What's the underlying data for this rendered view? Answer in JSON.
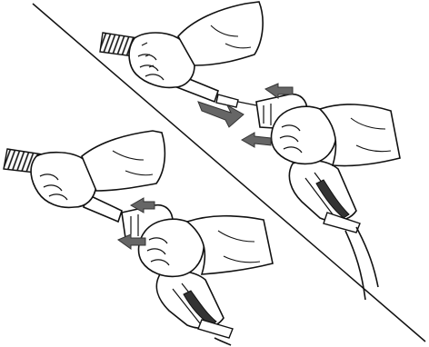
{
  "figure": {
    "panels": [
      {
        "name": "top",
        "parts": [
          "hose",
          "left-hand",
          "quick-coupler",
          "right-hand",
          "spray-gun",
          "spray-gun-hose"
        ],
        "arrows": [
          {
            "direction": "pull-out",
            "color": "#666666"
          },
          {
            "direction": "press-in",
            "color": "#666666"
          },
          {
            "direction": "press-in",
            "color": "#666666"
          }
        ]
      },
      {
        "name": "bottom",
        "parts": [
          "hose",
          "left-hand",
          "quick-coupler",
          "right-hand",
          "spray-gun",
          "spray-gun-hose"
        ],
        "arrows": [
          {
            "direction": "press-in",
            "color": "#666666"
          },
          {
            "direction": "press-in",
            "color": "#666666"
          }
        ]
      }
    ],
    "colors": {
      "line": "#111111",
      "arrow": "#666666",
      "background": "#ffffff"
    },
    "divider": "diagonal"
  }
}
